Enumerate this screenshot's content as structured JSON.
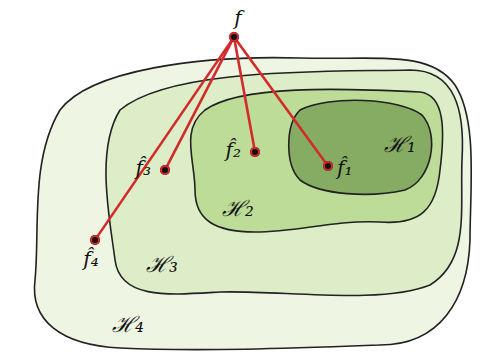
{
  "diagram": {
    "nodes": [
      {
        "text": [
          "f"
        ]
      },
      {
        "text": [
          "ℋ₄"
        ]
      },
      {
        "text": [
          "ℋ₃"
        ],
        "in": 1
      },
      {
        "text": [
          "ℋ₂"
        ],
        "in": 2
      },
      {
        "text": [
          "ℋ₁"
        ],
        "in": 3
      },
      {
        "text": [
          "f̂₁"
        ],
        "in": 4
      },
      {
        "text": [
          "f̂₂"
        ],
        "in": 3
      },
      {
        "text": [
          "f̂₃"
        ],
        "in": 2
      },
      {
        "text": [
          "f̂₄"
        ],
        "in": 1
      }
    ],
    "edges": [
      {
        "from": 0,
        "to": 5,
        "arrow": "none"
      },
      {
        "from": 0,
        "to": 6,
        "arrow": "none"
      },
      {
        "from": 0,
        "to": 7,
        "arrow": "none"
      },
      {
        "from": 0,
        "to": 8,
        "arrow": "none"
      }
    ]
  }
}
